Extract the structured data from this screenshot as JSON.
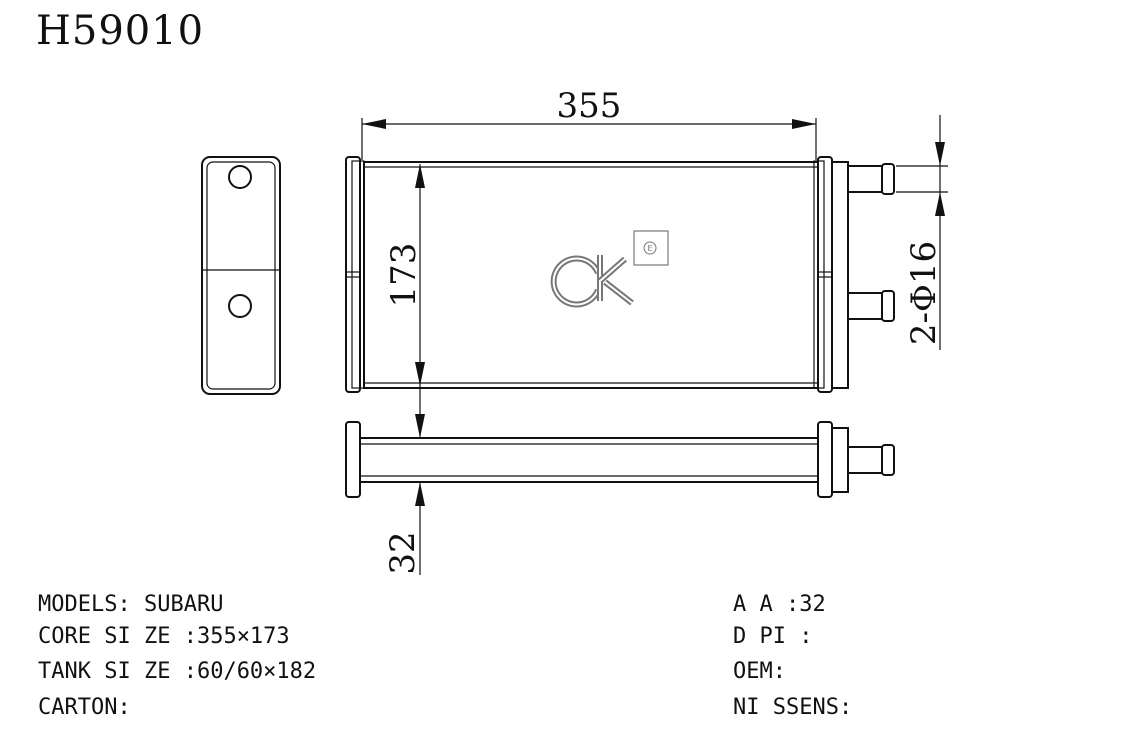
{
  "part_number": "H59010",
  "dimensions": {
    "width": "355",
    "height": "173",
    "depth": "32",
    "pipes": "2-Φ16"
  },
  "logo": {
    "trademark": "E"
  },
  "specs_left": [
    {
      "label": "MODELS:",
      "value": "SUBARU"
    },
    {
      "label": "CORE SI ZE :",
      "value": "355×173"
    },
    {
      "label": "TANK SI ZE :",
      "value": "60/60×182"
    },
    {
      "label": "CARTON:",
      "value": ""
    }
  ],
  "specs_right": [
    {
      "label": "A A :",
      "value": "32"
    },
    {
      "label": "D PI :",
      "value": ""
    },
    {
      "label": "OEM:",
      "value": ""
    },
    {
      "label": "NI SSENS:",
      "value": ""
    }
  ]
}
